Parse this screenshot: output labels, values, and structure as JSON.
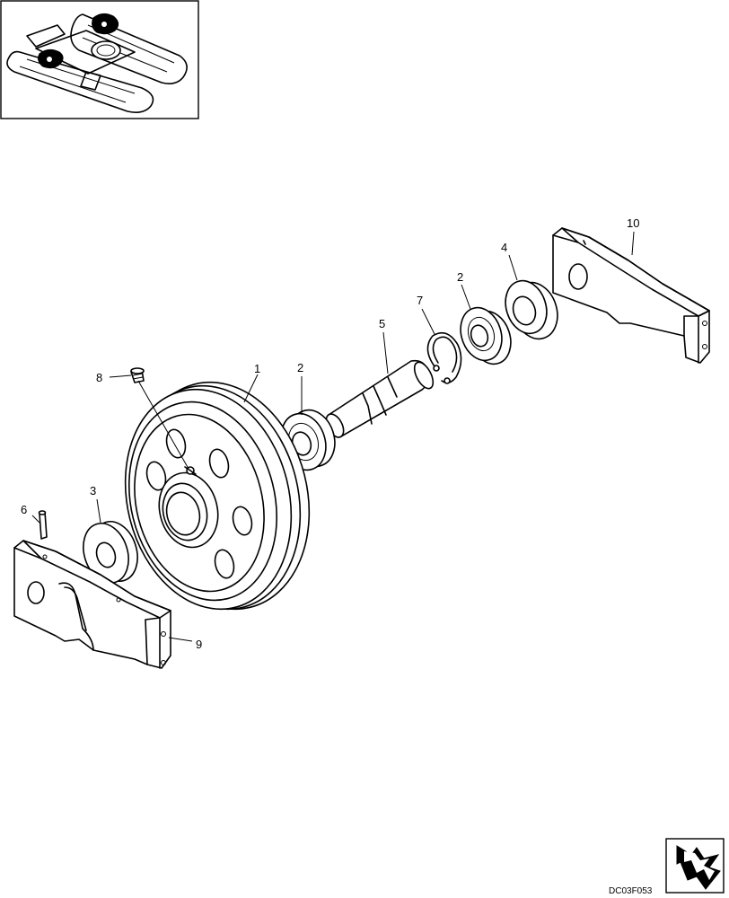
{
  "callouts": {
    "c1": "1",
    "c2a": "2",
    "c2b": "2",
    "c3": "3",
    "c4": "4",
    "c5": "5",
    "c6": "6",
    "c7": "7",
    "c8": "8",
    "c9": "9",
    "c10": "10"
  },
  "drawing_code": "DC03F053",
  "icons": {
    "locator": "excavator-undercarriage-thumbnail-icon",
    "navigation": "arrow-navigation-icon"
  }
}
